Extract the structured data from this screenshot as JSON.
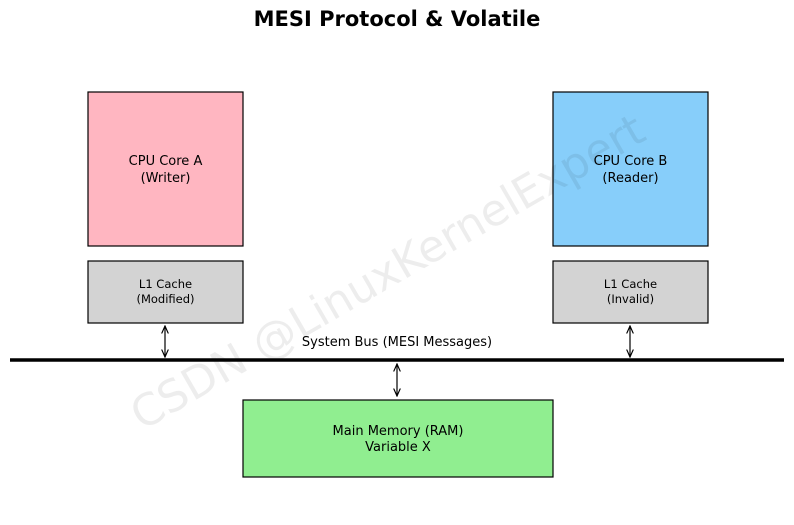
{
  "title": "MESI Protocol & Volatile",
  "core_a": {
    "line1": "CPU Core A",
    "line2": "(Writer)",
    "color": "#FFB6C1"
  },
  "core_b": {
    "line1": "CPU Core B",
    "line2": "(Reader)",
    "color": "#87CEFA"
  },
  "cache_a": {
    "line1": "L1 Cache",
    "line2": "(Modified)",
    "color": "#D3D3D3"
  },
  "cache_b": {
    "line1": "L1 Cache",
    "line2": "(Invalid)",
    "color": "#D3D3D3"
  },
  "bus": {
    "label": "System Bus (MESI Messages)"
  },
  "memory": {
    "line1": "Main Memory (RAM)",
    "line2": "Variable X",
    "color": "#90EE90"
  },
  "watermark": "CSDN @LinuxKernelExpert"
}
